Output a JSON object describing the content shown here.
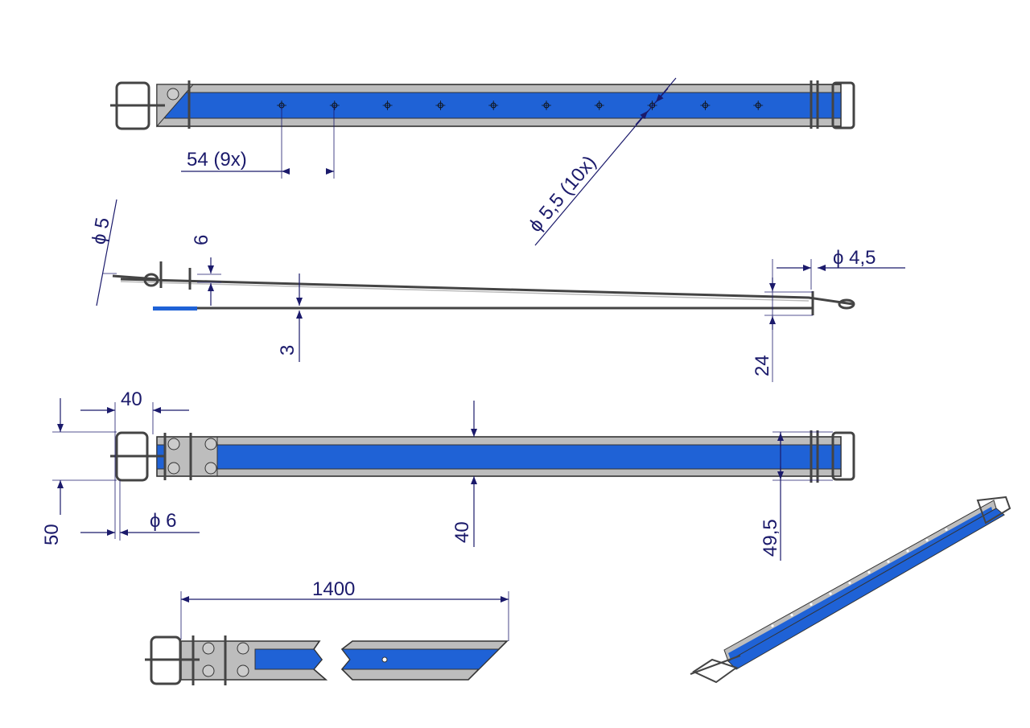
{
  "colors": {
    "strap_blue": "#1f62d6",
    "strap_grey": "#bdbdbd",
    "dimension": "#1b1a6b"
  },
  "top_view": {
    "hole_spacing_label": "54  (9x)",
    "hole_diameter_label": "ϕ 5,5  (10x)",
    "hole_count": 10
  },
  "side_view": {
    "pin_diameter_label": "ϕ 5",
    "buckle_height_label": "6",
    "strap_thickness_label": "3",
    "loop_wire_label": "ϕ 4,5",
    "loop_height_label": "24"
  },
  "front_view": {
    "buckle_width_label": "40",
    "buckle_height_label": "50",
    "rivet_diameter_label": "ϕ 6",
    "strap_width_label": "40",
    "loop_height_label": "49,5"
  },
  "length_view": {
    "total_length_label": "1400"
  }
}
